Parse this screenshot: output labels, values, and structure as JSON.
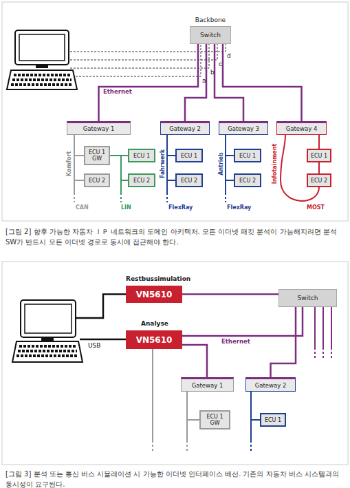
{
  "diagram": {
    "nodes": [
      {
        "text": [
          "Backbone",
          "Switch"
        ]
      },
      {
        "text": [
          "Gateway 1"
        ]
      },
      {
        "text": [
          "ECU 1 GW"
        ]
      },
      {
        "text": [
          "ECU 2"
        ]
      },
      {
        "text": [
          "ECU 1"
        ]
      },
      {
        "text": [
          "ECU 2"
        ]
      },
      {
        "text": [
          "Gateway 2"
        ]
      },
      {
        "text": [
          "ECU 1"
        ]
      },
      {
        "text": [
          "ECU 2"
        ]
      },
      {
        "text": [
          "Gateway 3"
        ]
      },
      {
        "text": [
          "ECU 1"
        ]
      },
      {
        "text": [
          "ECU 2"
        ]
      },
      {
        "text": [
          "Gateway 4"
        ]
      },
      {
        "text": [
          "ECU 1"
        ]
      },
      {
        "text": [
          "ECU 2"
        ]
      },
      {
        "text": [
          "Restbussimulation",
          "VN5610"
        ]
      },
      {
        "text": [
          "Switch"
        ]
      },
      {
        "text": [
          "Analyse",
          "VN5610"
        ]
      },
      {
        "text": [
          "Gateway 1"
        ]
      },
      {
        "text": [
          "ECU 1 GW"
        ]
      },
      {
        "text": [
          "Gateway 2"
        ]
      },
      {
        "text": [
          "ECU 1"
        ]
      }
    ],
    "edges": [
      {
        "from": 0,
        "to": 1,
        "arrow": "none"
      },
      {
        "from": 0,
        "to": 6,
        "arrow": "none"
      },
      {
        "from": 0,
        "to": 9,
        "arrow": "none"
      },
      {
        "from": 0,
        "to": 12,
        "arrow": "none"
      },
      {
        "from": 1,
        "to": 2,
        "arrow": "none"
      },
      {
        "from": 1,
        "to": 3,
        "arrow": "none"
      },
      {
        "from": 2,
        "to": 4,
        "arrow": "none"
      },
      {
        "from": 2,
        "to": 5,
        "arrow": "none"
      },
      {
        "from": 6,
        "to": 7,
        "arrow": "none"
      },
      {
        "from": 6,
        "to": 8,
        "arrow": "none"
      },
      {
        "from": 9,
        "to": 10,
        "arrow": "none"
      },
      {
        "from": 9,
        "to": 11,
        "arrow": "none"
      },
      {
        "from": 12,
        "to": 13,
        "arrow": "none"
      },
      {
        "from": 13,
        "to": 14,
        "arrow": "none"
      },
      {
        "from": 14,
        "to": 12,
        "arrow": "none"
      },
      {
        "from": 15,
        "to": 16,
        "arrow": "none"
      },
      {
        "from": 16,
        "to": 17,
        "arrow": "none"
      },
      {
        "from": 17,
        "to": 18,
        "arrow": "none"
      },
      {
        "from": 16,
        "to": 20,
        "arrow": "none"
      },
      {
        "from": 18,
        "to": 19,
        "arrow": "none"
      },
      {
        "from": 20,
        "to": 21,
        "arrow": "none"
      }
    ],
    "labels": [
      "a",
      "b",
      "c",
      "d",
      "Ethernet",
      "Komfort",
      "CAN",
      "LIN",
      "Fahrwerk",
      "FlexRay",
      "Antrieb",
      "FlexRay",
      "Infotainment",
      "MOST",
      "[그림 2] 향후 가능한 자동차 ＩＰ 네트워크의 도메인 아키텍처. 모든 이더넷 패킷 분석이 가능해지려면 분석 SW가 반드시 모든 이더넷 경로로 동시에 접근해야 한다.",
      "USB",
      "Ethernet",
      "[그림 3] 분석 또는 통신 버스 시뮬레이션 시 가능한 이더넷 인터페이스 배선. 기존의 자동차 버스 시스템과의 동시성이 요구된다."
    ]
  }
}
